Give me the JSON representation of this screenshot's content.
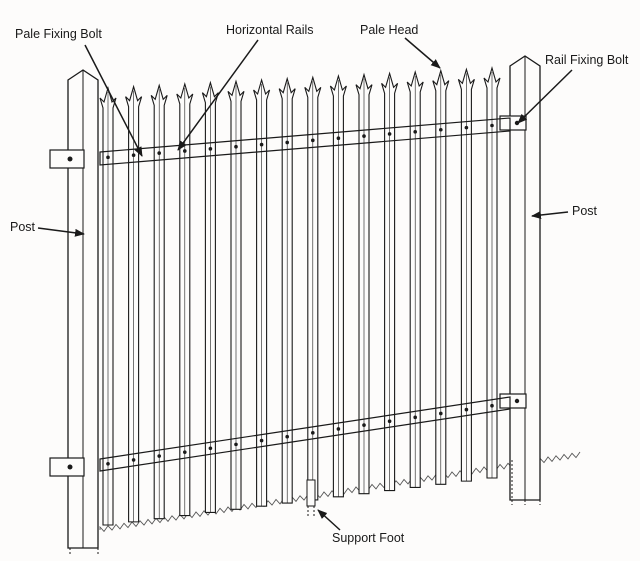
{
  "labels": {
    "pale_fixing_bolt": "Pale Fixing Bolt",
    "horizontal_rails": "Horizontal Rails",
    "pale_head": "Pale Head",
    "rail_fixing_bolt": "Rail Fixing Bolt",
    "post_left": "Post",
    "post_right": "Post",
    "support_foot": "Support Foot"
  },
  "colors": {
    "ink": "#1a1a1a",
    "paper": "#fdfcfb",
    "ground": "#555555"
  }
}
